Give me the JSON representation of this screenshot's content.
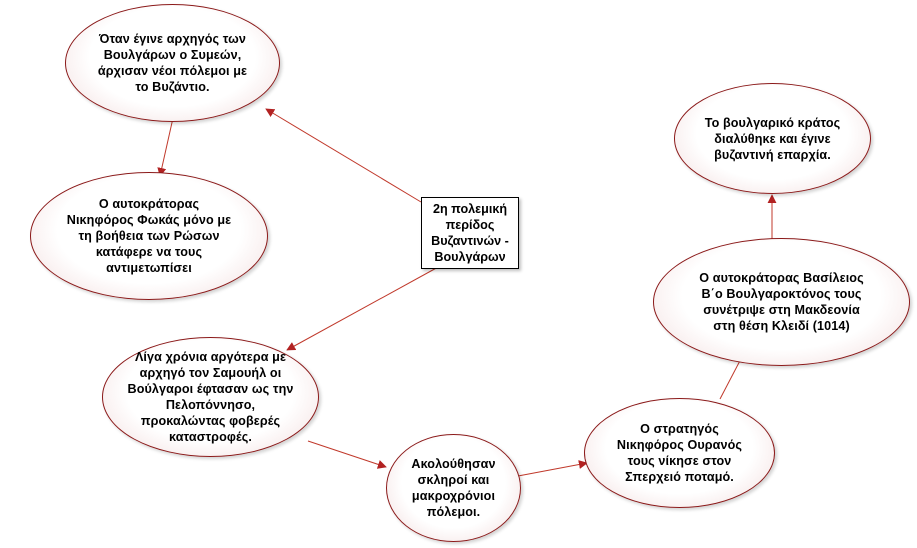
{
  "center": {
    "label": "2η πολεμική περίδος Βυζαντινών - Βουλγάρων"
  },
  "nodes": [
    {
      "id": "simeon",
      "text": "Όταν έγινε αρχηγός των Βουλγάρων ο Συμεών, άρχισαν νέοι πόλεμοι με το Βυζάντιο."
    },
    {
      "id": "fokas",
      "text": "Ο αυτοκράτορας Νικηφόρος Φωκάς μόνο με τη βοήθεια των Ρώσων κατάφερε να τους αντιμετωπίσει"
    },
    {
      "id": "samouil",
      "text": "Λίγα χρόνια αργότερα με αρχηγό τον Σαμουήλ οι Βούλγαροι έφτασαν ως την Πελοπόννησο, προκαλώντας φοβερές καταστροφές."
    },
    {
      "id": "wars",
      "text": "Ακολούθησαν σκληροί και μακροχρόνιοι πόλεμοι."
    },
    {
      "id": "ouranos",
      "text": "Ο στρατηγός Νικηφόρος Ουρανός τους νίκησε στον Σπερχειό ποταμό."
    },
    {
      "id": "basil",
      "text": "Ο αυτοκράτορας Βασίλειος Β΄ο Βουλγαροκτόνος τους συνέτριψε στη Μακδεονία στη θέση Κλειδί (1014)"
    },
    {
      "id": "dissolved",
      "text": "Το βουλγαρικό κράτος διαλύθηκε και έγινε βυζαντινή επαρχία."
    }
  ],
  "colors": {
    "arrow": "#c0392b",
    "node_border": "#8b1a1a"
  }
}
